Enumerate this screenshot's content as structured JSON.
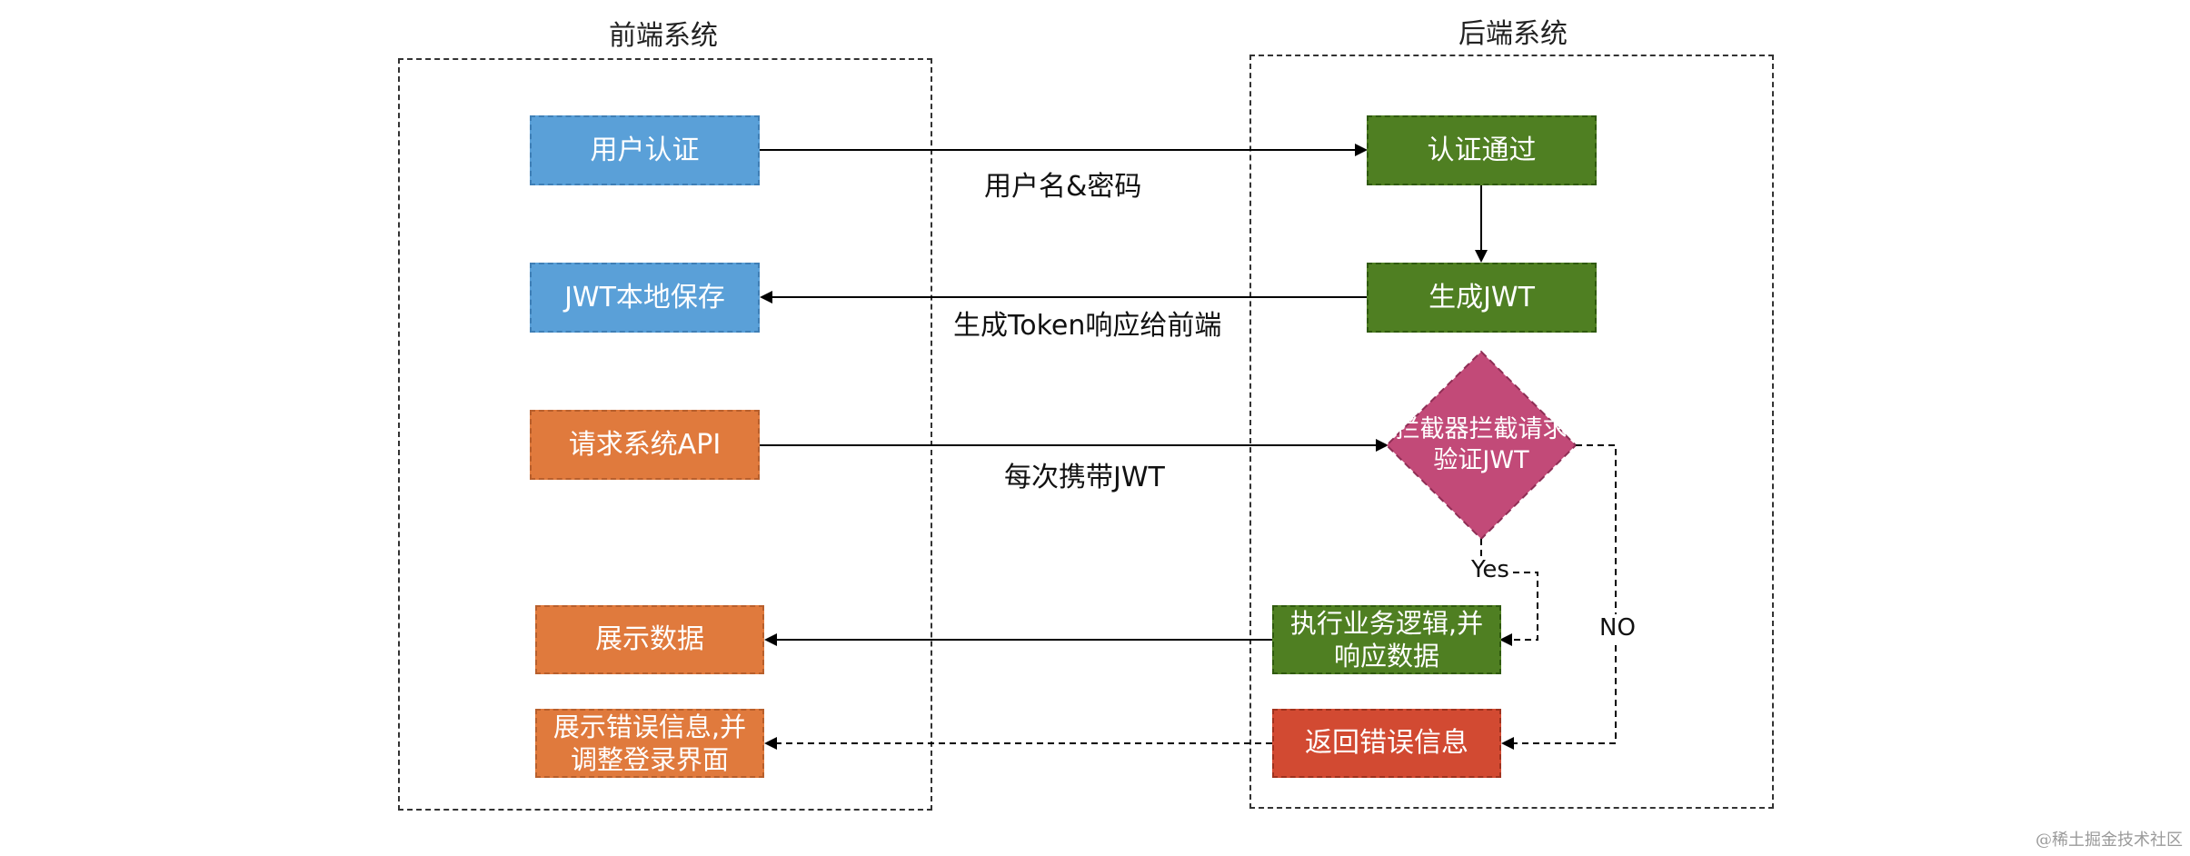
{
  "frontend": {
    "title": "前端系统",
    "auth": "用户认证",
    "save_jwt": "JWT本地保存",
    "request_api": "请求系统API",
    "show_data": "展示数据",
    "show_error": "展示错误信息,并\n调整登录界面"
  },
  "backend": {
    "title": "后端系统",
    "auth_pass": "认证通过",
    "gen_jwt": "生成JWT",
    "interceptor": "拦截器拦截请求\n验证JWT",
    "execute": "执行业务逻辑,并\n响应数据",
    "return_error": "返回错误信息"
  },
  "edges": {
    "credentials": "用户名&密码",
    "token_response": "生成Token响应给前端",
    "carry_jwt": "每次携带JWT",
    "yes": "Yes",
    "no": "NO"
  },
  "watermark": "@稀土掘金技术社区",
  "colors": {
    "frontend_auth": "#5aa0d8",
    "frontend_request": "#e07a3d",
    "backend_ok": "#4f7f22",
    "decision": "#c24a78",
    "error": "#d24a32"
  }
}
